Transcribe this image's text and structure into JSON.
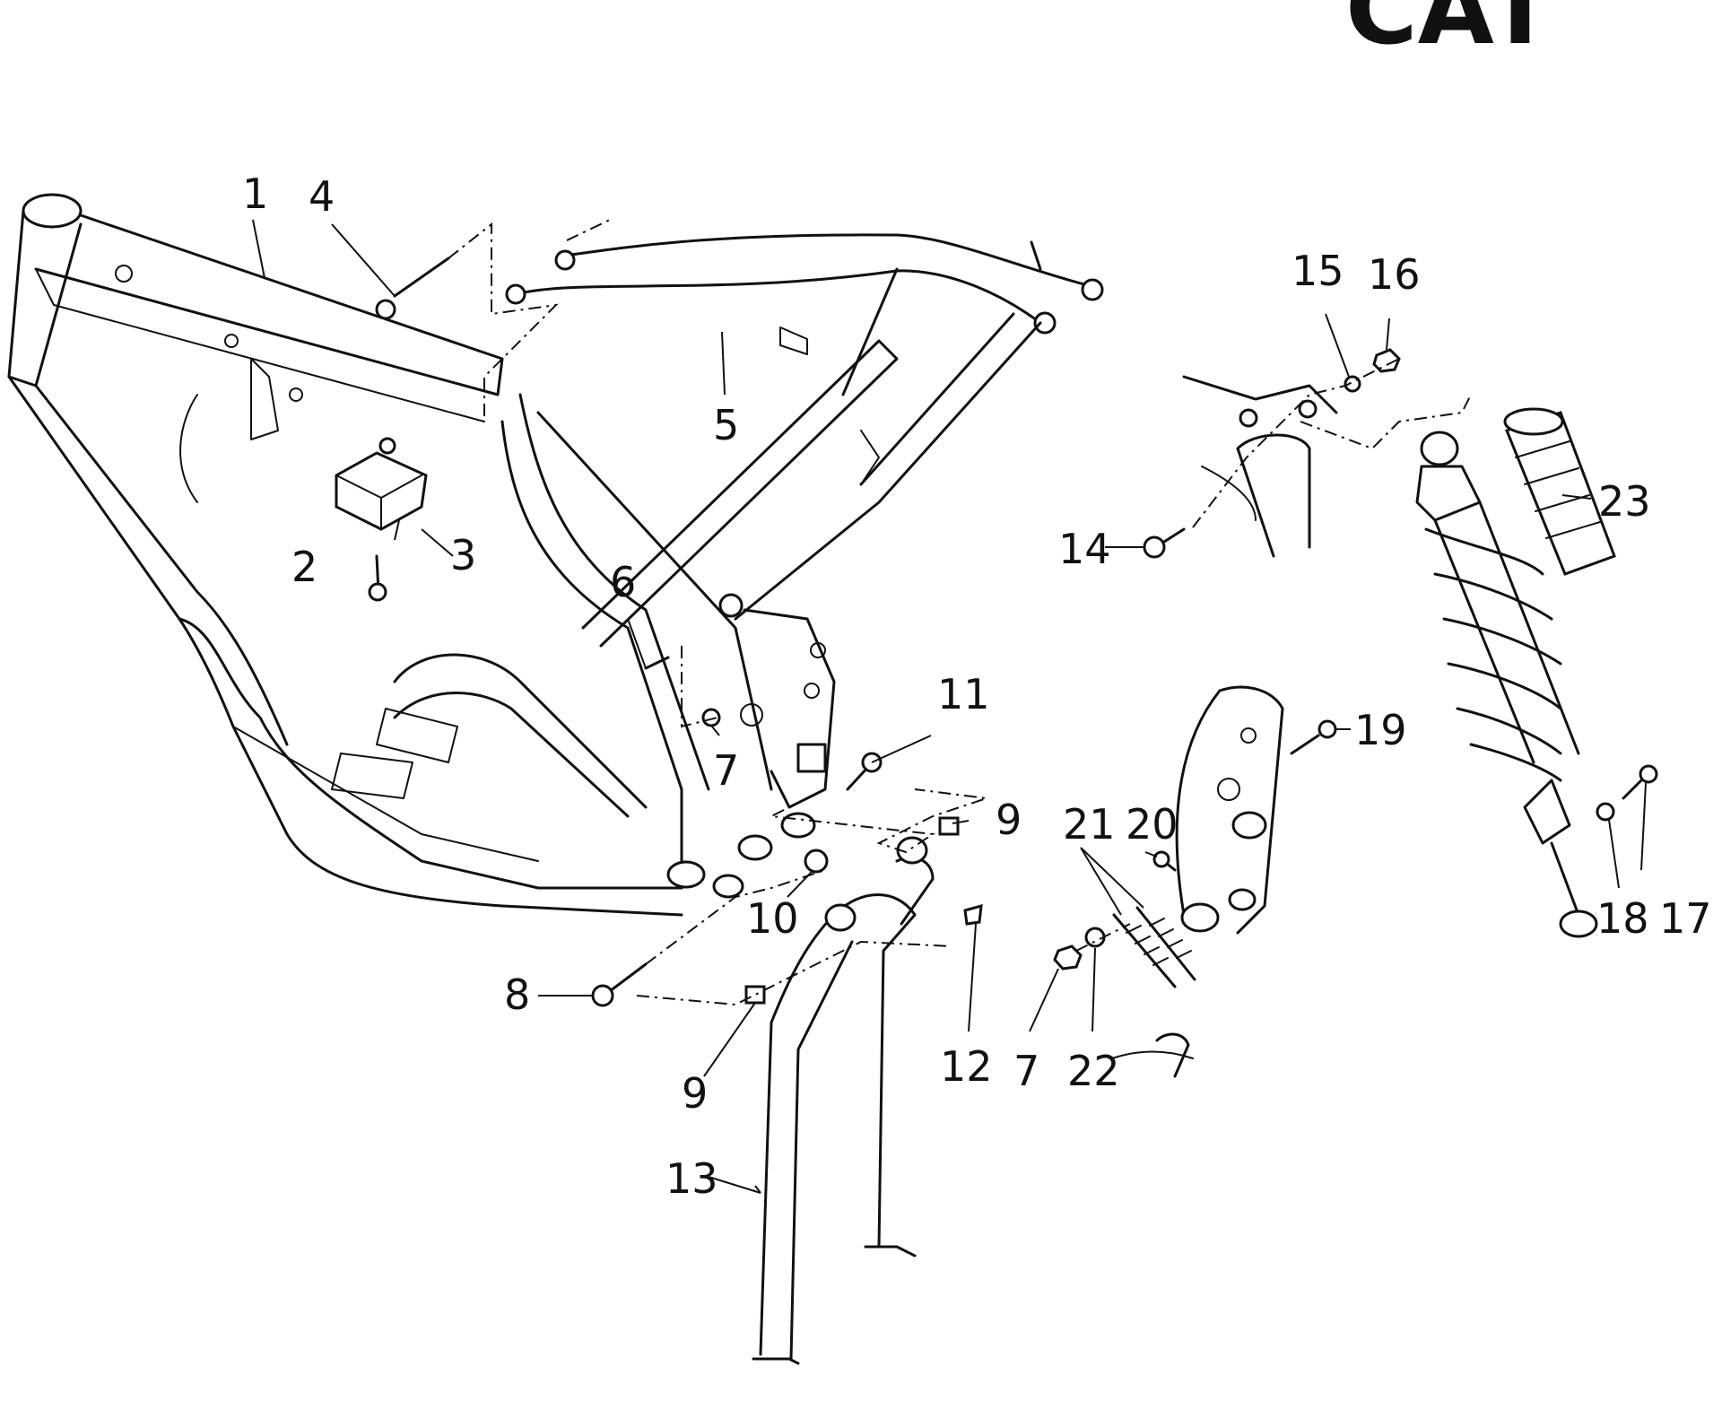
{
  "logo": {
    "text": "CAT"
  },
  "callouts": [
    {
      "id": "c1",
      "label": "1"
    },
    {
      "id": "c2",
      "label": "2"
    },
    {
      "id": "c3",
      "label": "3"
    },
    {
      "id": "c4",
      "label": "4"
    },
    {
      "id": "c5",
      "label": "5"
    },
    {
      "id": "c6",
      "label": "6"
    },
    {
      "id": "c7a",
      "label": "7"
    },
    {
      "id": "c7b",
      "label": "7"
    },
    {
      "id": "c8",
      "label": "8"
    },
    {
      "id": "c9a",
      "label": "9"
    },
    {
      "id": "c9b",
      "label": "9"
    },
    {
      "id": "c10",
      "label": "10"
    },
    {
      "id": "c11",
      "label": "11"
    },
    {
      "id": "c12",
      "label": "12"
    },
    {
      "id": "c13",
      "label": "13"
    },
    {
      "id": "c14",
      "label": "14"
    },
    {
      "id": "c15",
      "label": "15"
    },
    {
      "id": "c16",
      "label": "16"
    },
    {
      "id": "c17",
      "label": "17"
    },
    {
      "id": "c18",
      "label": "18"
    },
    {
      "id": "c19",
      "label": "19"
    },
    {
      "id": "c20",
      "label": "20"
    },
    {
      "id": "c21",
      "label": "21"
    },
    {
      "id": "c22",
      "label": "22"
    },
    {
      "id": "c23",
      "label": "23"
    }
  ]
}
